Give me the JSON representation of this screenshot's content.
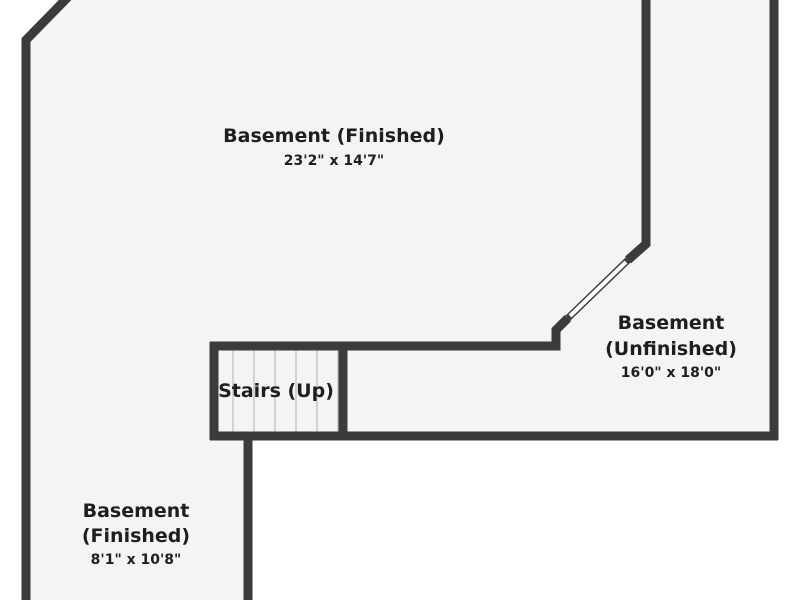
{
  "floor_plan": {
    "colors": {
      "wall": "#3b3b3b",
      "floor": "#f4f4f4",
      "background": "#ffffff",
      "stair_lines": "#c8c8c8",
      "window": "#ffffff"
    },
    "rooms": [
      {
        "id": "basement-finished-main",
        "name_lines": [
          "Basement (Finished)"
        ],
        "dimensions": "23'2\" x 14'7\""
      },
      {
        "id": "basement-unfinished",
        "name_lines": [
          "Basement",
          "(Unfinished)"
        ],
        "dimensions": "16'0\" x 18'0\""
      },
      {
        "id": "stairs",
        "name_lines": [
          "Stairs (Up)"
        ],
        "dimensions": ""
      },
      {
        "id": "basement-finished-small",
        "name_lines": [
          "Basement",
          "(Finished)"
        ],
        "dimensions": "8'1\" x 10'8\""
      }
    ]
  }
}
